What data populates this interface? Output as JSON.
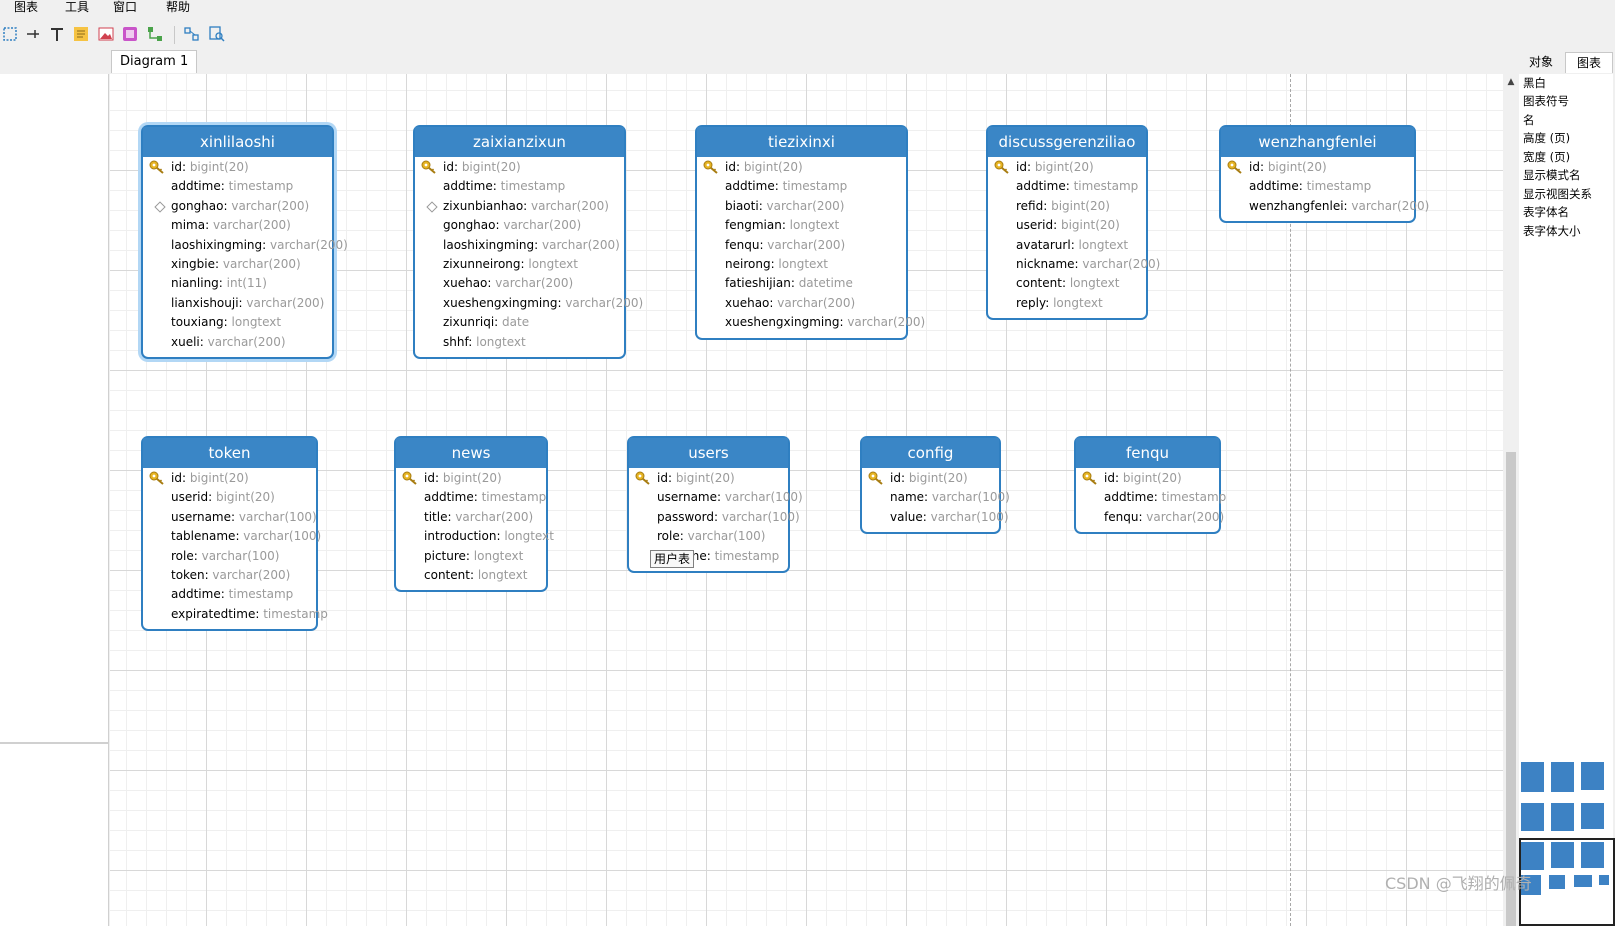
{
  "menubar": {
    "items": [
      {
        "label": "图表"
      },
      {
        "label": "工具"
      },
      {
        "label": "窗口"
      },
      {
        "label": "帮助"
      }
    ]
  },
  "toolbar": {
    "icons": [
      "select-region-icon",
      "relation-line-icon",
      "text-tool-icon",
      "note-icon",
      "image-icon",
      "shape-icon",
      "layer-icon",
      "auto-layout-icon",
      "zoom-fit-icon"
    ]
  },
  "tabs": {
    "diagram_tab": "Diagram 1"
  },
  "right_panel": {
    "tabs": [
      {
        "label": "对象"
      },
      {
        "label": "图表"
      }
    ],
    "properties": [
      {
        "label": "黑白"
      },
      {
        "label": "图表符号"
      },
      {
        "label": "名"
      },
      {
        "label": "高度 (页)"
      },
      {
        "label": "宽度 (页)"
      },
      {
        "label": "显示模式名"
      },
      {
        "label": "显示视图关系"
      },
      {
        "label": "表字体名"
      },
      {
        "label": "表字体大小"
      }
    ]
  },
  "colors": {
    "entity_header": "#3a86c6",
    "entity_border": "#2f7fc1",
    "key_icon": "#e6b422"
  },
  "entities": [
    {
      "name": "xinlilaoshi",
      "selected": true,
      "fields": [
        {
          "name": "id",
          "type": "bigint(20)",
          "marker": "key"
        },
        {
          "name": "addtime",
          "type": "timestamp"
        },
        {
          "name": "gonghao",
          "type": "varchar(200)",
          "marker": "index"
        },
        {
          "name": "mima",
          "type": "varchar(200)"
        },
        {
          "name": "laoshixingming",
          "type": "varchar(200)"
        },
        {
          "name": "xingbie",
          "type": "varchar(200)"
        },
        {
          "name": "nianling",
          "type": "int(11)"
        },
        {
          "name": "lianxishouji",
          "type": "varchar(200)"
        },
        {
          "name": "touxiang",
          "type": "longtext"
        },
        {
          "name": "xueli",
          "type": "varchar(200)"
        }
      ]
    },
    {
      "name": "zaixianzixun",
      "fields": [
        {
          "name": "id",
          "type": "bigint(20)",
          "marker": "key"
        },
        {
          "name": "addtime",
          "type": "timestamp"
        },
        {
          "name": "zixunbianhao",
          "type": "varchar(200)",
          "marker": "index"
        },
        {
          "name": "gonghao",
          "type": "varchar(200)"
        },
        {
          "name": "laoshixingming",
          "type": "varchar(200)"
        },
        {
          "name": "zixunneirong",
          "type": "longtext"
        },
        {
          "name": "xuehao",
          "type": "varchar(200)"
        },
        {
          "name": "xueshengxingming",
          "type": "varchar(200)"
        },
        {
          "name": "zixunriqi",
          "type": "date"
        },
        {
          "name": "shhf",
          "type": "longtext"
        }
      ]
    },
    {
      "name": "tiezixinxi",
      "fields": [
        {
          "name": "id",
          "type": "bigint(20)",
          "marker": "key"
        },
        {
          "name": "addtime",
          "type": "timestamp"
        },
        {
          "name": "biaoti",
          "type": "varchar(200)"
        },
        {
          "name": "fengmian",
          "type": "longtext"
        },
        {
          "name": "fenqu",
          "type": "varchar(200)"
        },
        {
          "name": "neirong",
          "type": "longtext"
        },
        {
          "name": "fatieshijian",
          "type": "datetime"
        },
        {
          "name": "xuehao",
          "type": "varchar(200)"
        },
        {
          "name": "xueshengxingming",
          "type": "varchar(200)"
        }
      ]
    },
    {
      "name": "discussgerenziliao",
      "fields": [
        {
          "name": "id",
          "type": "bigint(20)",
          "marker": "key"
        },
        {
          "name": "addtime",
          "type": "timestamp"
        },
        {
          "name": "refid",
          "type": "bigint(20)"
        },
        {
          "name": "userid",
          "type": "bigint(20)"
        },
        {
          "name": "avatarurl",
          "type": "longtext"
        },
        {
          "name": "nickname",
          "type": "varchar(200)"
        },
        {
          "name": "content",
          "type": "longtext"
        },
        {
          "name": "reply",
          "type": "longtext"
        }
      ]
    },
    {
      "name": "wenzhangfenlei",
      "fields": [
        {
          "name": "id",
          "type": "bigint(20)",
          "marker": "key"
        },
        {
          "name": "addtime",
          "type": "timestamp"
        },
        {
          "name": "wenzhangfenlei",
          "type": "varchar(200)"
        }
      ]
    },
    {
      "name": "token",
      "fields": [
        {
          "name": "id",
          "type": "bigint(20)",
          "marker": "key"
        },
        {
          "name": "userid",
          "type": "bigint(20)"
        },
        {
          "name": "username",
          "type": "varchar(100)"
        },
        {
          "name": "tablename",
          "type": "varchar(100)"
        },
        {
          "name": "role",
          "type": "varchar(100)"
        },
        {
          "name": "token",
          "type": "varchar(200)"
        },
        {
          "name": "addtime",
          "type": "timestamp"
        },
        {
          "name": "expiratedtime",
          "type": "timestamp"
        }
      ]
    },
    {
      "name": "news",
      "fields": [
        {
          "name": "id",
          "type": "bigint(20)",
          "marker": "key"
        },
        {
          "name": "addtime",
          "type": "timestamp"
        },
        {
          "name": "title",
          "type": "varchar(200)"
        },
        {
          "name": "introduction",
          "type": "longtext"
        },
        {
          "name": "picture",
          "type": "longtext"
        },
        {
          "name": "content",
          "type": "longtext"
        }
      ]
    },
    {
      "name": "users",
      "fields": [
        {
          "name": "id",
          "type": "bigint(20)",
          "marker": "key"
        },
        {
          "name": "username",
          "type": "varchar(100)"
        },
        {
          "name": "password",
          "type": "varchar(100)"
        },
        {
          "name": "role",
          "type": "varchar(100)"
        },
        {
          "name": "addtime",
          "type": "timestamp"
        }
      ]
    },
    {
      "name": "config",
      "fields": [
        {
          "name": "id",
          "type": "bigint(20)",
          "marker": "key"
        },
        {
          "name": "name",
          "type": "varchar(100)"
        },
        {
          "name": "value",
          "type": "varchar(100)"
        }
      ]
    },
    {
      "name": "fenqu",
      "fields": [
        {
          "name": "id",
          "type": "bigint(20)",
          "marker": "key"
        },
        {
          "name": "addtime",
          "type": "timestamp"
        },
        {
          "name": "fenqu",
          "type": "varchar(200)"
        }
      ]
    }
  ],
  "tooltip": {
    "text": "用户表"
  },
  "watermark": "CSDN @飞翔的佩奇"
}
